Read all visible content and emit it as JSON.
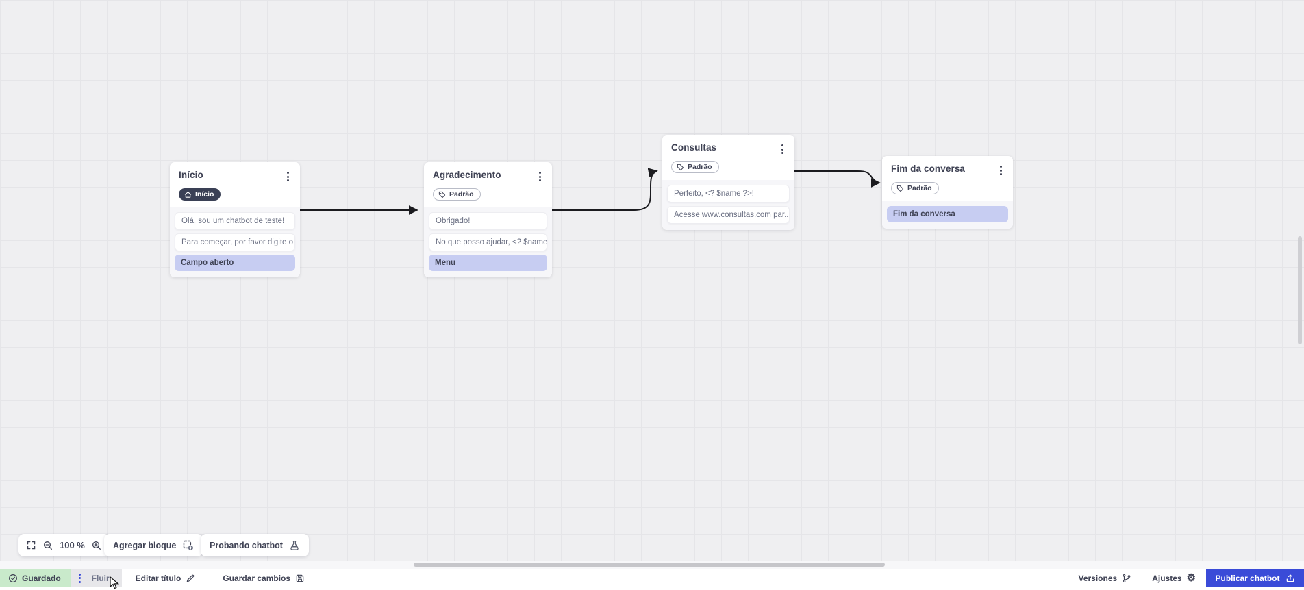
{
  "canvas": {
    "zoom_level": "100 %",
    "add_block_label": "Agregar bloque",
    "test_chatbot_label": "Probando chatbot"
  },
  "nodes": [
    {
      "title": "Início",
      "badge": {
        "label": "Início",
        "icon": "home-icon",
        "style": "dark"
      },
      "messages": [
        "Olá, sou um chatbot de teste!",
        "Para começar, por favor digite o ..."
      ],
      "action": "Campo aberto"
    },
    {
      "title": "Agradecimento",
      "badge": {
        "label": "Padrão",
        "icon": "tag-icon",
        "style": "outline"
      },
      "messages": [
        "Obrigado!",
        "No que posso ajudar, <? $name ..."
      ],
      "action": "Menu"
    },
    {
      "title": "Consultas",
      "badge": {
        "label": "Padrão",
        "icon": "tag-icon",
        "style": "outline"
      },
      "messages": [
        "Perfeito, <? $name ?>!",
        "Acesse www.consultas.com par..."
      ]
    },
    {
      "title": "Fim da conversa",
      "badge": {
        "label": "Padrão",
        "icon": "tag-icon",
        "style": "outline"
      },
      "action": "Fim da conversa"
    }
  ],
  "statusbar": {
    "saved": "Guardado",
    "flow": "Fluir",
    "edit_title": "Editar título",
    "save_changes": "Guardar cambios",
    "versions": "Versiones",
    "settings": "Ajustes",
    "publish": "Publicar chatbot"
  },
  "colors": {
    "accent_blue": "#3a4bd8",
    "highlight_lavender": "#c7cdf2",
    "saved_green": "#c9eacb",
    "node_title": "#3f4254",
    "arrow": "#1b1b1f"
  }
}
